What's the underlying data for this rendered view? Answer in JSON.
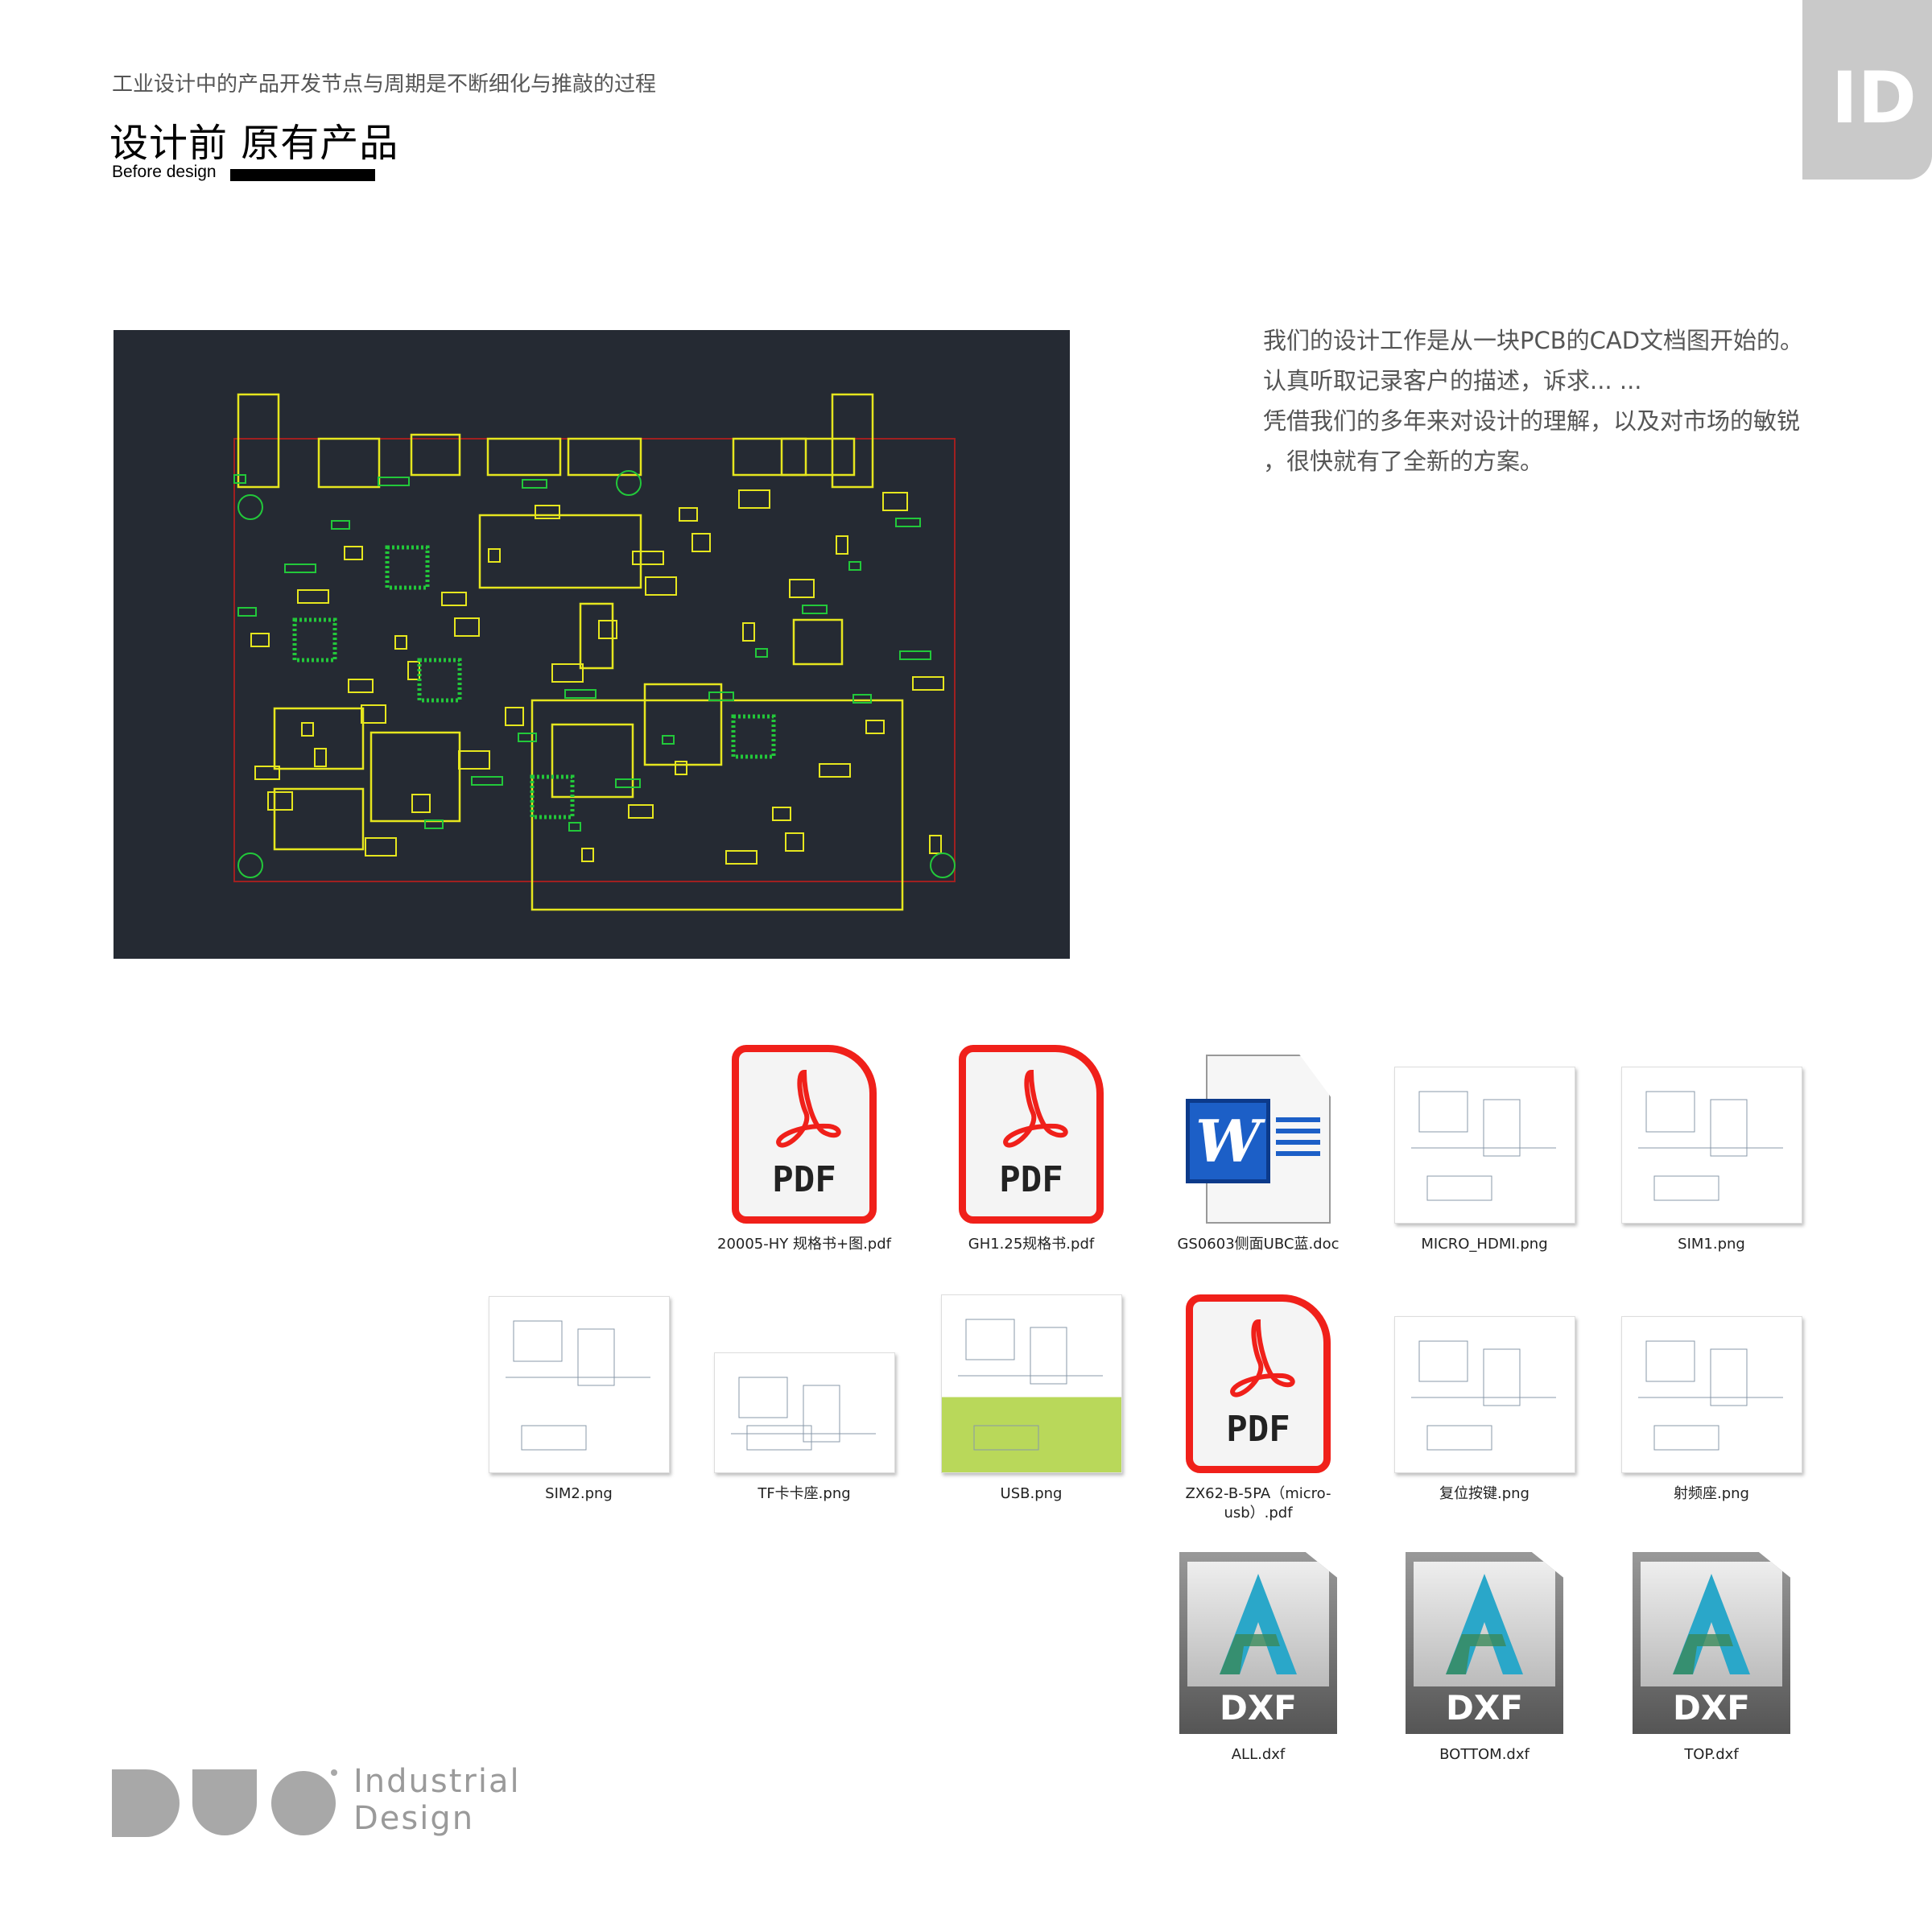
{
  "header": {
    "subtitle": "工业设计中的产品开发节点与周期是不断细化与推敲的过程",
    "title": "设计前 原有产品",
    "title_en": "Before design",
    "tab": "ID"
  },
  "description": [
    "我们的设计工作是从一块PCB的CAD文档图开始的。",
    "认真听取记录客户的描述，诉求... ...",
    "凭借我们的多年来对设计的理解，以及对市场的敏锐",
    "，很快就有了全新的方案。"
  ],
  "files": [
    {
      "name": "20005-HY 规格书+图.pdf",
      "type": "pdf",
      "badge": "PDF"
    },
    {
      "name": "GH1.25规格书.pdf",
      "type": "pdf",
      "badge": "PDF"
    },
    {
      "name": "GS0603侧面UBC蓝.doc",
      "type": "doc",
      "badge": "W"
    },
    {
      "name": "MICRO_HDMI.png",
      "type": "png"
    },
    {
      "name": "SIM1.png",
      "type": "png"
    },
    {
      "name": "SIM2.png",
      "type": "png"
    },
    {
      "name": "TF卡卡座.png",
      "type": "png"
    },
    {
      "name": "USB.png",
      "type": "png"
    },
    {
      "name": "ZX62-B-5PA（micro-usb）.pdf",
      "type": "pdf",
      "badge": "PDF"
    },
    {
      "name": "复位按键.png",
      "type": "png"
    },
    {
      "name": "射频座.png",
      "type": "png"
    },
    {
      "name": "ALL.dxf",
      "type": "dxf",
      "badge": "DXF"
    },
    {
      "name": "BOTTOM.dxf",
      "type": "dxf",
      "badge": "DXF"
    },
    {
      "name": "TOP.dxf",
      "type": "dxf",
      "badge": "DXF"
    }
  ],
  "logo": {
    "mark": "DUO",
    "line1": "Industrial",
    "line2": "Design"
  },
  "colors": {
    "pcb_bg": "#252a33",
    "pcb_yellow": "#e6e61e",
    "pcb_green": "#22c83a",
    "pdf_red": "#f0201a",
    "tab_gray": "#c9c9c9"
  }
}
